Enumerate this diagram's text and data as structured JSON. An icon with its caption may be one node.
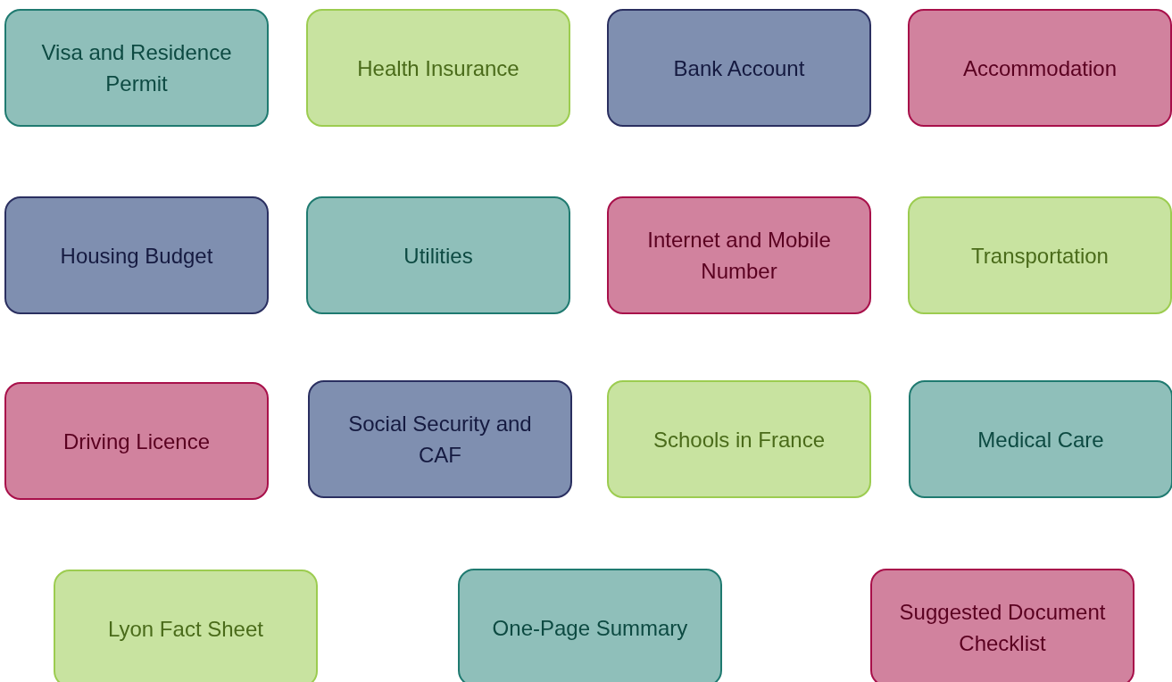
{
  "diagram": {
    "nodes": [
      {
        "text": [
          "Visa and Residence Permit"
        ]
      },
      {
        "text": [
          "Health Insurance"
        ]
      },
      {
        "text": [
          "Bank Account"
        ]
      },
      {
        "text": [
          "Accommodation"
        ]
      },
      {
        "text": [
          "Housing Budget"
        ]
      },
      {
        "text": [
          "Utilities"
        ]
      },
      {
        "text": [
          "Internet and Mobile Number"
        ]
      },
      {
        "text": [
          "Transportation"
        ]
      },
      {
        "text": [
          "Driving Licence"
        ]
      },
      {
        "text": [
          "Social Security and CAF"
        ]
      },
      {
        "text": [
          "Schools in France"
        ]
      },
      {
        "text": [
          "Medical Care"
        ]
      },
      {
        "text": [
          "Lyon Fact Sheet"
        ]
      },
      {
        "text": [
          "One-Page Summary"
        ]
      },
      {
        "text": [
          "Suggested Document Checklist"
        ]
      }
    ],
    "edges": []
  }
}
